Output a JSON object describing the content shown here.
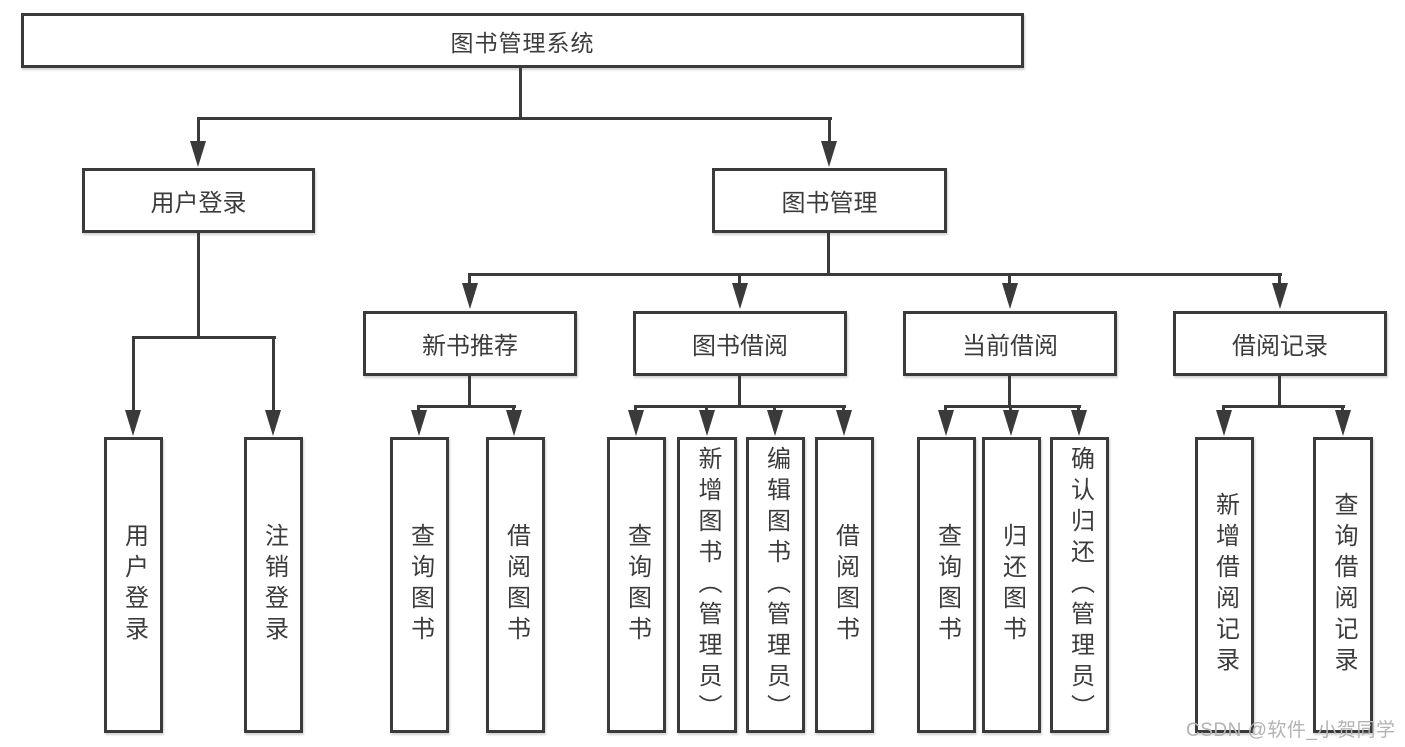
{
  "diagram": {
    "type": "hierarchy-tree",
    "line_color": "#3a3a3a",
    "box_background": "#ffffff",
    "text_color": "#3c3c3c",
    "root": {
      "label": "图书管理系统"
    },
    "branches": [
      {
        "label": "用户登录",
        "children": [
          {
            "label": "用户登录"
          },
          {
            "label": "注销登录"
          }
        ]
      },
      {
        "label": "图书管理",
        "sections": [
          {
            "label": "新书推荐",
            "children": [
              {
                "label": "查询图书"
              },
              {
                "label": "借阅图书"
              }
            ]
          },
          {
            "label": "图书借阅",
            "children": [
              {
                "label": "查询图书"
              },
              {
                "label": "新增图书（管理员）"
              },
              {
                "label": "编辑图书（管理员）"
              },
              {
                "label": "借阅图书"
              }
            ]
          },
          {
            "label": "当前借阅",
            "children": [
              {
                "label": "查询图书"
              },
              {
                "label": "归还图书"
              },
              {
                "label": "确认归还（管理员）"
              }
            ]
          },
          {
            "label": "借阅记录",
            "children": [
              {
                "label": "新增借阅记录"
              },
              {
                "label": "查询借阅记录"
              }
            ]
          }
        ]
      }
    ]
  },
  "watermark": {
    "text": "CSDN @软件_小贺同学",
    "color": "#b3b3b3"
  }
}
